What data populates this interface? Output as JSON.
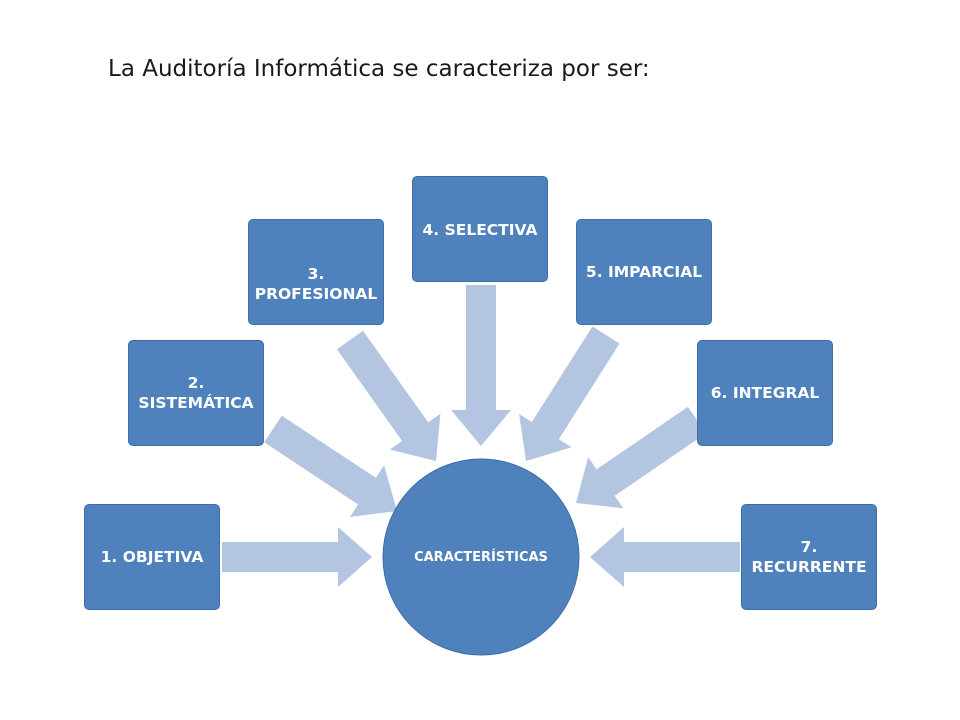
{
  "title": "La Auditoría Informática se caracteriza por ser:",
  "center": {
    "label": "CARACTERÍSTICAS"
  },
  "nodes": [
    {
      "id": "objetiva",
      "lines": [
        "1. OBJETIVA"
      ]
    },
    {
      "id": "sistematica",
      "lines": [
        "2.",
        "SISTEMÁTICA"
      ]
    },
    {
      "id": "profesional",
      "lines": [
        "3.",
        "PROFESIONAL"
      ]
    },
    {
      "id": "selectiva",
      "lines": [
        "4. SELECTIVA"
      ]
    },
    {
      "id": "imparcial",
      "lines": [
        "5. IMPARCIAL"
      ]
    },
    {
      "id": "integral",
      "lines": [
        "6. INTEGRAL"
      ]
    },
    {
      "id": "recurrente",
      "lines": [
        "7.",
        "RECURRENTE"
      ]
    }
  ],
  "colors": {
    "node_fill": "#4f81bd",
    "arrow_fill": "#b3c5e0",
    "title_text": "#1a1a1a",
    "node_text": "#ffffff"
  }
}
